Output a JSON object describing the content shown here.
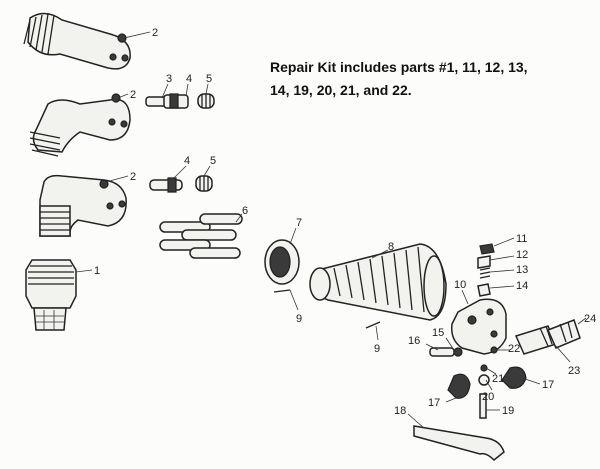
{
  "note": {
    "line1": "Repair Kit includes parts #1, 11, 12, 13,",
    "line2": "14,  19, 20, 21, and 22."
  },
  "callouts": [
    "1",
    "2",
    "2",
    "2",
    "3",
    "4",
    "4",
    "5",
    "5",
    "6",
    "7",
    "8",
    "9",
    "9",
    "10",
    "11",
    "12",
    "13",
    "14",
    "15",
    "16",
    "17",
    "17",
    "18",
    "19",
    "20",
    "21",
    "22",
    "23",
    "24"
  ]
}
